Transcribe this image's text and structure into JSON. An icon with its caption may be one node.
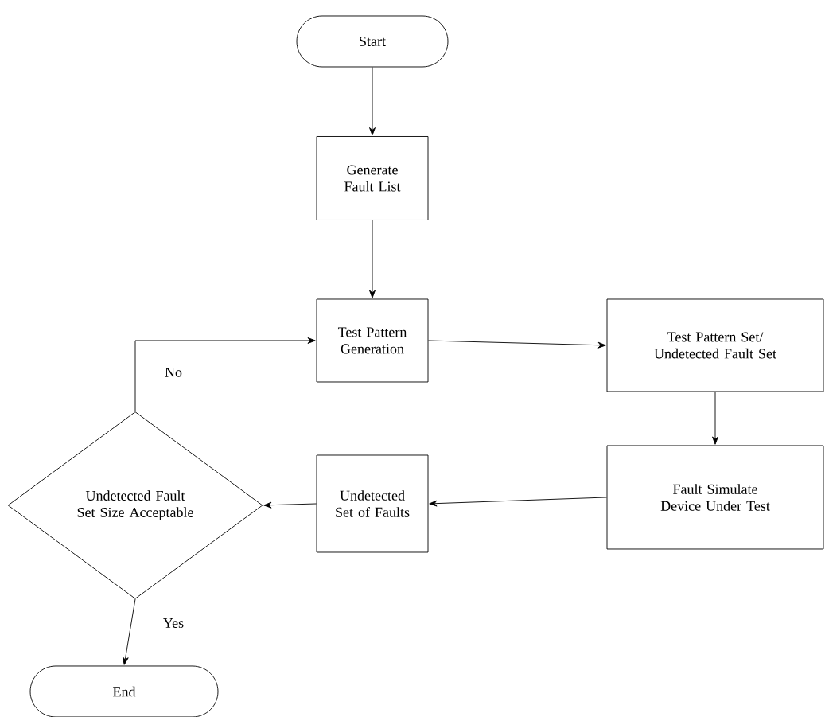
{
  "diagram": {
    "nodes": [
      {
        "text": [
          "Start"
        ]
      },
      {
        "text": [
          "Generate Fault List"
        ]
      },
      {
        "text": [
          "Test Pattern Generation"
        ]
      },
      {
        "text": [
          "Test Pattern Set/ Undetected Fault Set"
        ]
      },
      {
        "text": [
          "Fault Simulate Device Under Test"
        ]
      },
      {
        "text": [
          "Undetected Set of Faults"
        ]
      },
      {
        "text": [
          "Undetected Fault Set Size Acceptable"
        ]
      },
      {
        "text": [
          "End"
        ]
      }
    ],
    "edges": [
      {
        "from": 0,
        "to": 1,
        "arrow": "to"
      },
      {
        "from": 1,
        "to": 2,
        "arrow": "to"
      },
      {
        "from": 2,
        "to": 3,
        "arrow": "to"
      },
      {
        "from": 3,
        "to": 4,
        "arrow": "to"
      },
      {
        "from": 4,
        "to": 5,
        "arrow": "to"
      },
      {
        "from": 5,
        "to": 6,
        "arrow": "to"
      },
      {
        "from": 6,
        "to": 2,
        "arrow": "to",
        "label": "No"
      },
      {
        "from": 6,
        "to": 7,
        "arrow": "to",
        "label": "Yes"
      }
    ]
  }
}
